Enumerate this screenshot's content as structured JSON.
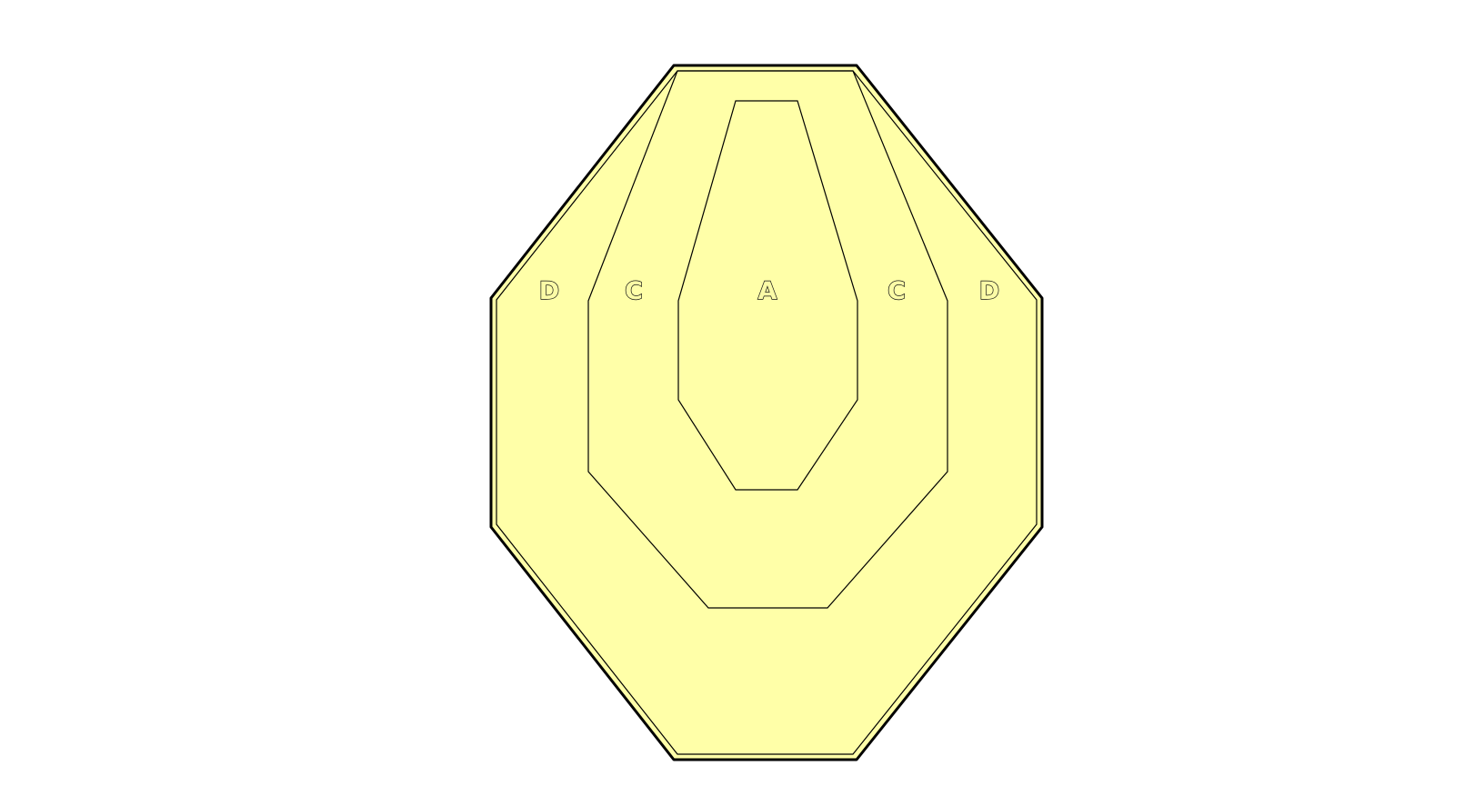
{
  "target": {
    "fill_color": "#ffffa8",
    "outline_color": "#000000",
    "zones": [
      "D",
      "C",
      "A",
      "C",
      "D"
    ],
    "zone_labels": {
      "left_outer": "D",
      "left_inner": "C",
      "center": "A",
      "right_inner": "C",
      "right_outer": "D"
    }
  }
}
